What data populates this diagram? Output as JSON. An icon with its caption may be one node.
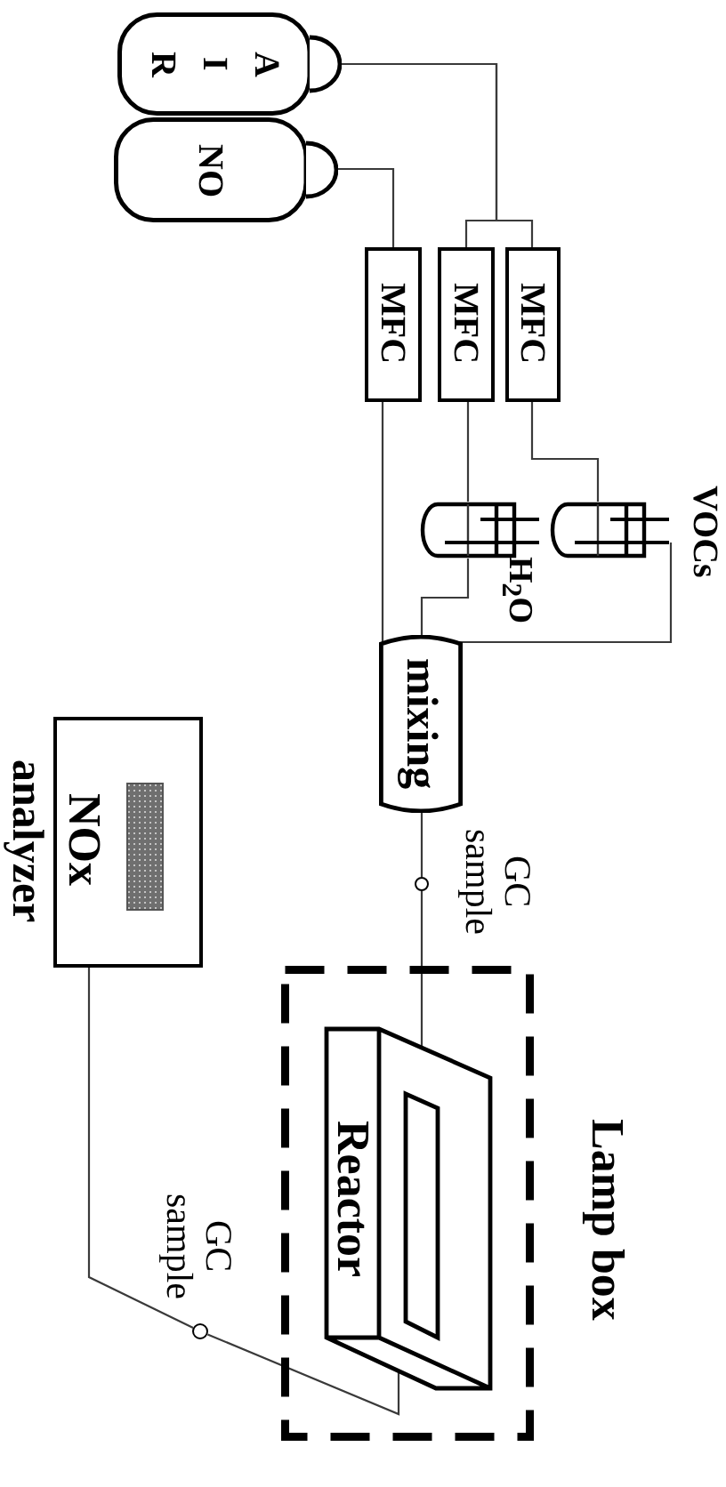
{
  "diagram": {
    "nodes": [
      {
        "text": [
          "A I R"
        ]
      },
      {
        "text": [
          "NO"
        ]
      },
      {
        "text": [
          "MFC"
        ]
      },
      {
        "text": [
          "MFC"
        ]
      },
      {
        "text": [
          "MFC"
        ]
      },
      {
        "text": [],
        "shape": "bottle",
        "beside": [
          "H$_{2}$O"
        ]
      },
      {
        "text": [],
        "shape": "bottle",
        "beside": [
          "VOCs"
        ]
      },
      {
        "text": [
          "mixing"
        ]
      },
      {
        "text": [],
        "shape": "circle",
        "beside": [
          "GC sample"
        ]
      },
      {
        "text": [
          "Lamp box"
        ]
      },
      {
        "text": [
          "Reactor"
        ],
        "in": 9
      },
      {
        "text": [],
        "shape": "circle",
        "beside": [
          "GC sample"
        ]
      },
      {
        "text": [
          "NOx",
          "analyzer"
        ]
      }
    ],
    "edges": [
      {
        "from": 0,
        "to": 3,
        "arrow": "none"
      },
      {
        "from": 0,
        "to": 4,
        "arrow": "none"
      },
      {
        "from": 1,
        "to": 2,
        "arrow": "none"
      },
      {
        "from": 4,
        "to": 6,
        "arrow": "none"
      },
      {
        "from": 3,
        "to": 5,
        "arrow": "none"
      },
      {
        "from": 2,
        "to": 7,
        "arrow": "none"
      },
      {
        "from": 5,
        "to": 7,
        "arrow": "none"
      },
      {
        "from": 6,
        "to": 7,
        "arrow": "none"
      },
      {
        "from": 7,
        "to": 8,
        "arrow": "none"
      },
      {
        "from": 8,
        "to": 10,
        "arrow": "none"
      },
      {
        "from": 10,
        "to": 11,
        "arrow": "none"
      },
      {
        "from": 11,
        "to": 12,
        "arrow": "none"
      }
    ]
  }
}
